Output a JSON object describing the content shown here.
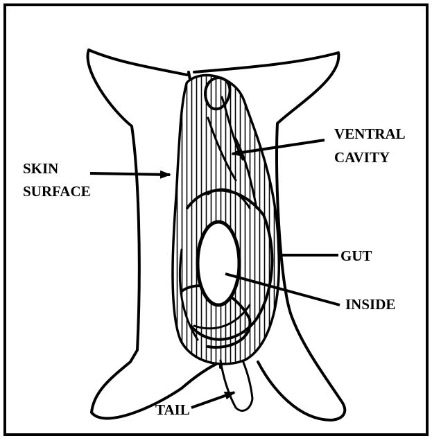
{
  "labels": {
    "skin_surface_line1": "SKIN",
    "skin_surface_line2": "SURFACE",
    "ventral_cavity_line1": "VENTRAL",
    "ventral_cavity_line2": "CAVITY",
    "gut": "GUT",
    "inside": "INSIDE",
    "tail": "TAIL"
  },
  "colors": {
    "ink": "#000000",
    "paper": "#ffffff"
  }
}
